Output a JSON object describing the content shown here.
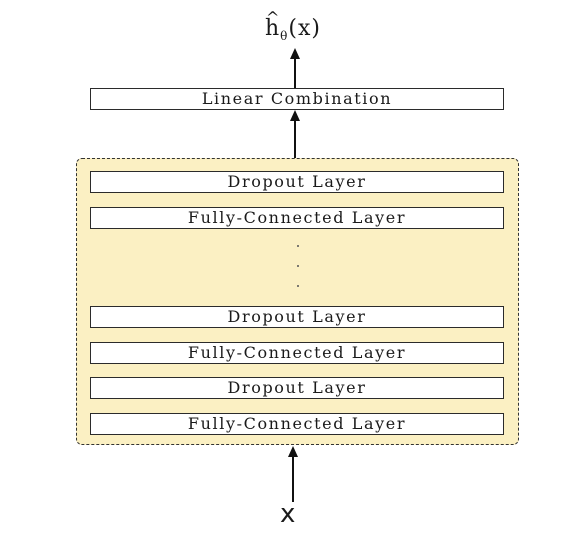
{
  "output": {
    "symbol": "h",
    "hat": "^",
    "subscript": "θ",
    "args": "(x)"
  },
  "top_layer": {
    "label": "Linear Combination"
  },
  "stack": [
    {
      "label": "Dropout Layer"
    },
    {
      "label": "Fully-Connected Layer"
    },
    {
      "label": "Dropout Layer"
    },
    {
      "label": "Fully-Connected Layer"
    },
    {
      "label": "Dropout Layer"
    },
    {
      "label": "Fully-Connected Layer"
    }
  ],
  "ellipsis": "...",
  "input": {
    "label": "x"
  },
  "colors": {
    "container_fill": "#fbf0c3",
    "border": "#2b2b2b"
  }
}
